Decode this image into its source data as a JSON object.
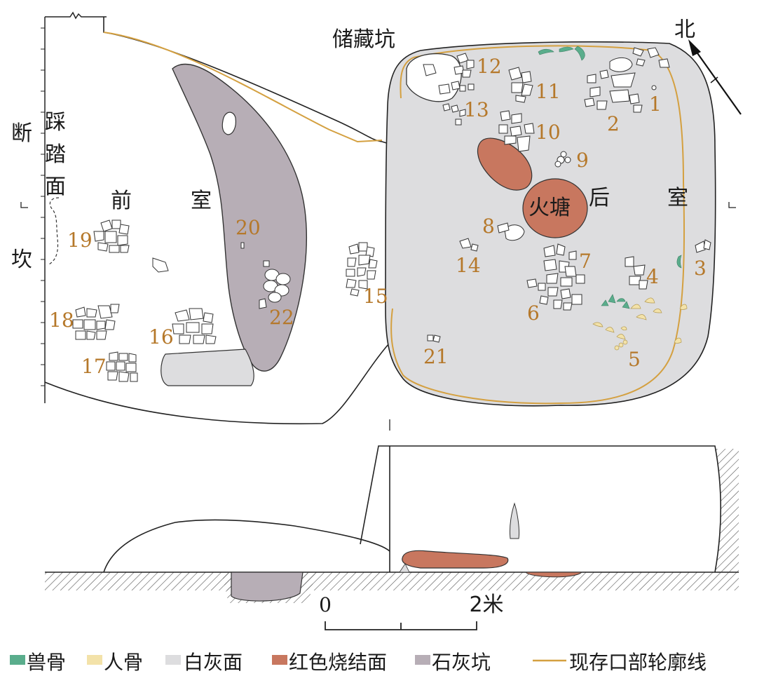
{
  "colors": {
    "animal_bone": "#5aad8c",
    "human_bone": "#f3e2a9",
    "lime_surface": "#dddddf",
    "red_burnt": "#c8775f",
    "lime_pit": "#b7aeb6",
    "outline": "#d4a040"
  },
  "labels": {
    "storage_pit": "储藏坑",
    "north": "北",
    "front_room": [
      "前",
      "室"
    ],
    "back_room": [
      "后",
      "室"
    ],
    "fire_pit": "火塘",
    "trampled_surface": [
      "踩",
      "踏",
      "面"
    ],
    "terrace_edge": [
      "断",
      "坎"
    ]
  },
  "markers": [
    {
      "id": "1",
      "text": "1"
    },
    {
      "id": "2",
      "text": "2"
    },
    {
      "id": "3",
      "text": "3"
    },
    {
      "id": "4",
      "text": "4"
    },
    {
      "id": "5",
      "text": "5"
    },
    {
      "id": "6",
      "text": "6"
    },
    {
      "id": "7",
      "text": "7"
    },
    {
      "id": "8",
      "text": "8"
    },
    {
      "id": "9",
      "text": "9"
    },
    {
      "id": "10",
      "text": "10"
    },
    {
      "id": "11",
      "text": "11"
    },
    {
      "id": "12",
      "text": "12"
    },
    {
      "id": "13",
      "text": "13"
    },
    {
      "id": "14",
      "text": "14"
    },
    {
      "id": "15",
      "text": "15"
    },
    {
      "id": "16",
      "text": "16"
    },
    {
      "id": "17",
      "text": "17"
    },
    {
      "id": "18",
      "text": "18"
    },
    {
      "id": "19",
      "text": "19"
    },
    {
      "id": "20",
      "text": "20"
    },
    {
      "id": "21",
      "text": "21"
    },
    {
      "id": "22",
      "text": "22"
    }
  ],
  "scale": {
    "start": "0",
    "end": "2米"
  },
  "legend": [
    {
      "key": "animal_bone",
      "label": "兽骨"
    },
    {
      "key": "human_bone",
      "label": "人骨"
    },
    {
      "key": "lime_surface",
      "label": "白灰面"
    },
    {
      "key": "red_burnt",
      "label": "红色烧结面"
    },
    {
      "key": "lime_pit",
      "label": "石灰坑"
    },
    {
      "key": "outline",
      "label": "现存口部轮廓线"
    }
  ]
}
